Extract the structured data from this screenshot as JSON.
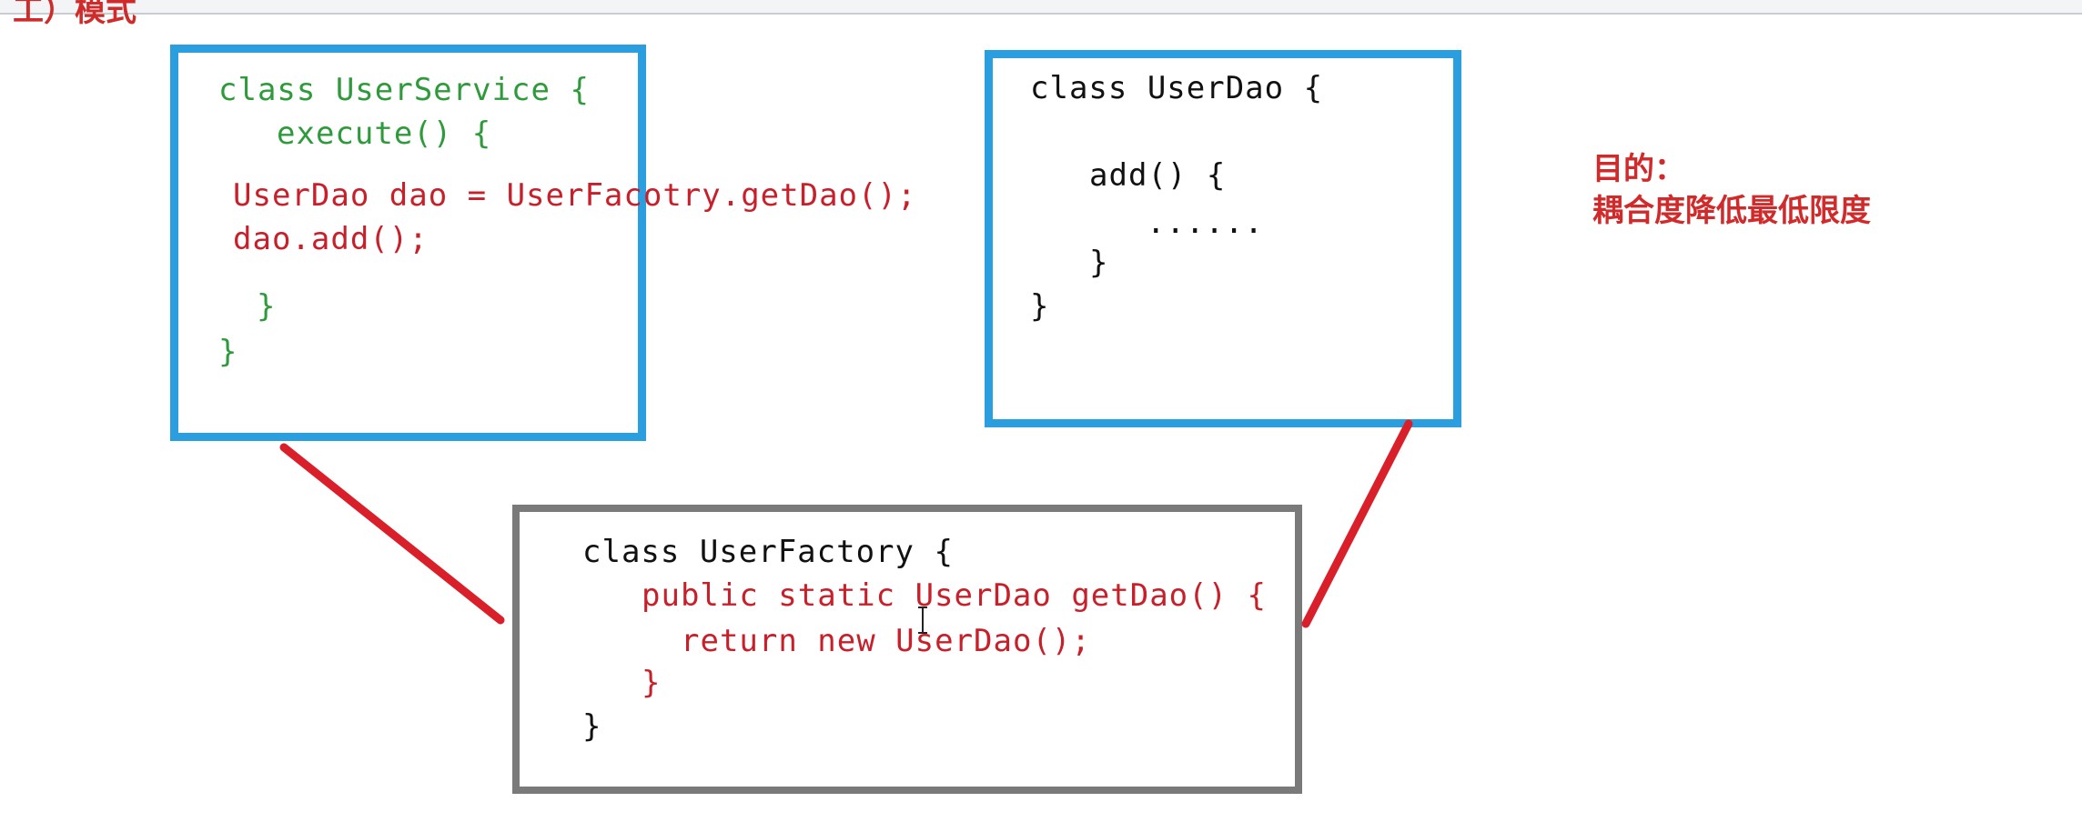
{
  "heading": {
    "fragment": "工）模式"
  },
  "user_service": {
    "lines": [
      "class UserService {",
      "execute() {",
      "UserDao dao = UserFacotry.getDao();",
      "dao.add();",
      "}",
      "}"
    ]
  },
  "user_dao": {
    "lines": [
      "class UserDao {",
      "add() {",
      "......",
      "}",
      "}"
    ]
  },
  "user_factory": {
    "lines": [
      "class UserFactory {",
      "public static UserDao getDao() {",
      "return new UserDao();",
      "}",
      "}"
    ]
  },
  "goal": {
    "title": "目的：",
    "text": "耦合度降低最低限度"
  },
  "colors": {
    "blue_box": "#2b9ee0",
    "gray_box": "#7a7a7a",
    "connector": "#d9202a",
    "green_code": "#2e9a3c",
    "red_code": "#c8202a"
  }
}
